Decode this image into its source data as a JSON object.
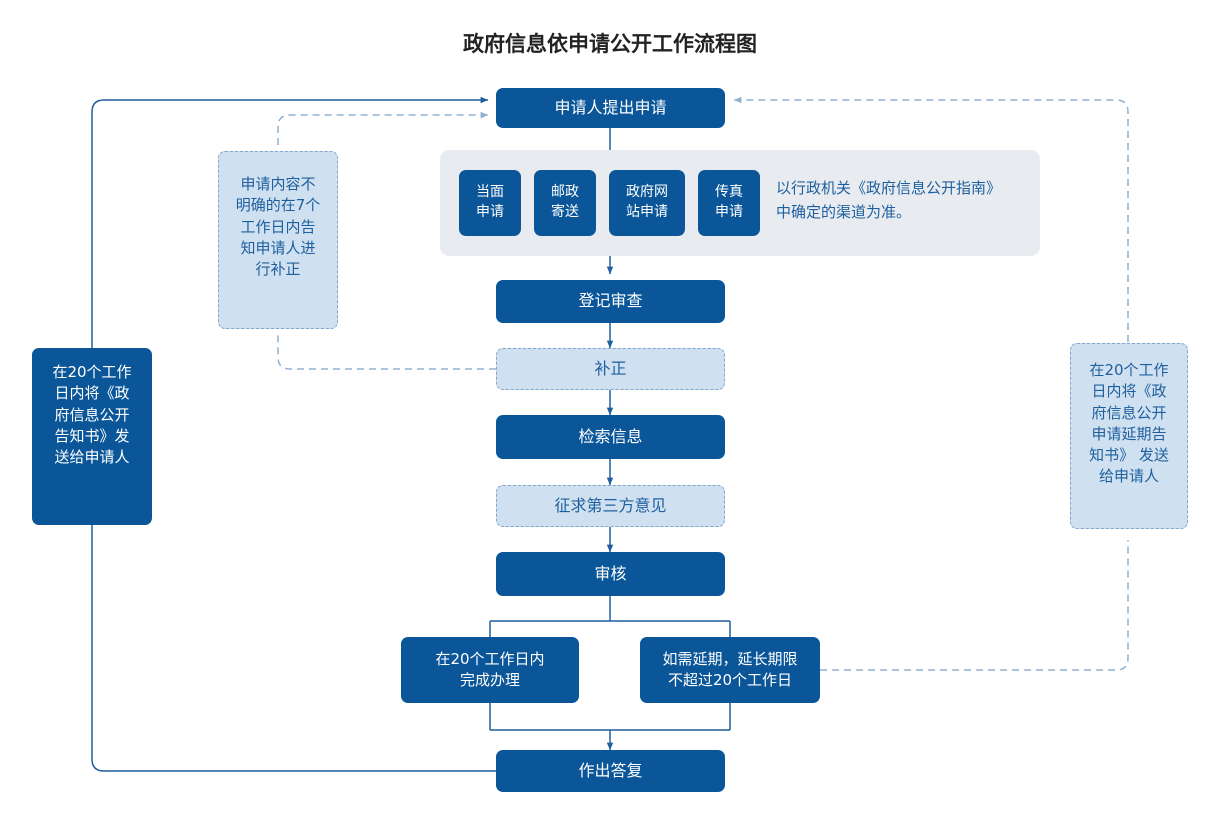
{
  "title": "政府信息依申请公开工作流程图",
  "colors": {
    "primary": "#0a5699",
    "light_fill": "#cfe0f0",
    "light_text": "#1f5f9e",
    "panel_bg": "#e8ecf0",
    "connector": "#1f5f9e",
    "dashed_connector": "#8fb0d0",
    "title_text": "#222222",
    "page_bg": "#ffffff"
  },
  "nodes": {
    "apply": {
      "label": "申请人提出申请",
      "style": "solid"
    },
    "channel_in_person": {
      "label": "当面\n申请",
      "style": "solid"
    },
    "channel_post": {
      "label": "邮政\n寄送",
      "style": "solid"
    },
    "channel_website": {
      "label": "政府网\n站申请",
      "style": "solid"
    },
    "channel_fax": {
      "label": "传真\n申请",
      "style": "solid"
    },
    "channel_note": {
      "label": "以行政机关《政府信息公开指南》\n中确定的渠道为准。"
    },
    "register_review": {
      "label": "登记审查",
      "style": "solid"
    },
    "correction": {
      "label": "补正",
      "style": "light"
    },
    "retrieve_info": {
      "label": "检索信息",
      "style": "solid"
    },
    "third_party_opinion": {
      "label": "征求第三方意见",
      "style": "light"
    },
    "audit": {
      "label": "审核",
      "style": "solid"
    },
    "complete_in_20_days": {
      "label": "在20个工作日内\n完成办理",
      "style": "solid"
    },
    "extension": {
      "label": "如需延期，延长期限\n不超过20个工作日",
      "style": "solid"
    },
    "reply": {
      "label": "作出答复",
      "style": "solid"
    },
    "left_notice": {
      "label": "在20个工作\n日内将《政\n府信息公开\n告知书》发\n送给申请人",
      "style": "solid"
    },
    "correction_note": {
      "label": "申请内容不\n明确的在7个\n工作日内告\n知申请人进\n行补正",
      "style": "light"
    },
    "right_notice": {
      "label": "在20个工作\n日内将《政\n府信息公开\n申请延期告\n知书》 发送\n给申请人",
      "style": "light"
    }
  }
}
